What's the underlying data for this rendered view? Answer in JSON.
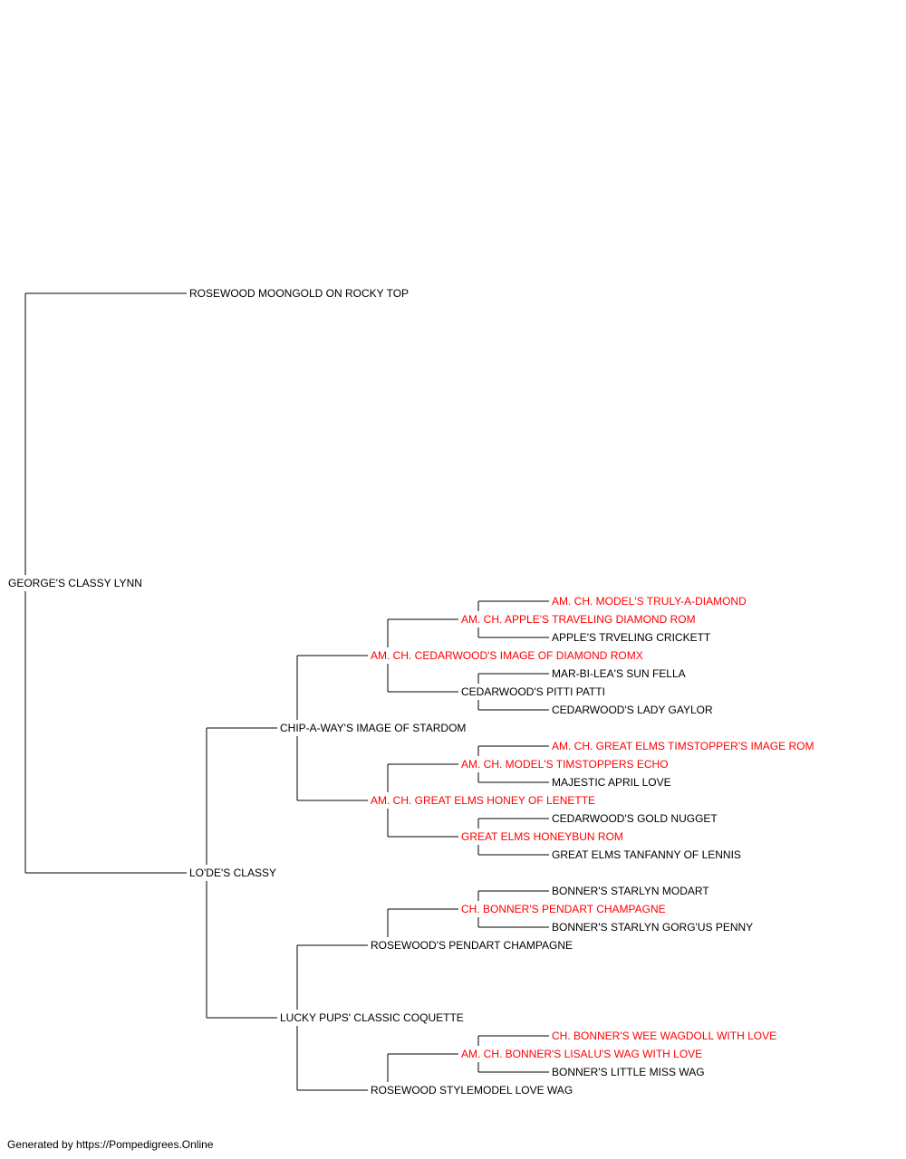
{
  "colors": {
    "champion_text": "#ff0000",
    "regular_text": "#000000",
    "connector_line": "#000000"
  },
  "pedigree": {
    "name": "GEORGE'S CLASSY LYNN",
    "champion": false,
    "sire": {
      "name": "ROSEWOOD MOONGOLD ON ROCKY TOP",
      "champion": false
    },
    "dam": {
      "name": "LO'DE'S CLASSY",
      "champion": false,
      "sire": {
        "name": "CHIP-A-WAY'S IMAGE OF STARDOM",
        "champion": false,
        "sire": {
          "name": "AM. CH. CEDARWOOD'S IMAGE OF DIAMOND ROMX",
          "champion": true,
          "sire": {
            "name": "AM. CH. APPLE'S TRAVELING DIAMOND ROM",
            "champion": true,
            "sire": {
              "name": "AM. CH. MODEL'S TRULY-A-DIAMOND",
              "champion": true
            },
            "dam": {
              "name": "APPLE'S TRVELING CRICKETT",
              "champion": false
            }
          },
          "dam": {
            "name": "CEDARWOOD'S PITTI PATTI",
            "champion": false,
            "sire": {
              "name": "MAR-BI-LEA'S SUN FELLA",
              "champion": false
            },
            "dam": {
              "name": "CEDARWOOD'S LADY GAYLOR",
              "champion": false
            }
          }
        },
        "dam": {
          "name": "AM. CH. GREAT ELMS HONEY OF LENETTE",
          "champion": true,
          "sire": {
            "name": "AM. CH. MODEL'S TIMSTOPPERS ECHO",
            "champion": true,
            "sire": {
              "name": "AM. CH. GREAT ELMS TIMSTOPPER'S IMAGE ROM",
              "champion": true
            },
            "dam": {
              "name": "MAJESTIC APRIL LOVE",
              "champion": false
            }
          },
          "dam": {
            "name": "GREAT ELMS HONEYBUN ROM",
            "champion": true,
            "sire": {
              "name": "CEDARWOOD'S GOLD NUGGET",
              "champion": false
            },
            "dam": {
              "name": "GREAT ELMS TANFANNY OF LENNIS",
              "champion": false
            }
          }
        }
      },
      "dam": {
        "name": "LUCKY PUPS' CLASSIC COQUETTE",
        "champion": false,
        "sire": {
          "name": "ROSEWOOD'S PENDART CHAMPAGNE",
          "champion": false,
          "sire": {
            "name": "CH. BONNER'S PENDART CHAMPAGNE",
            "champion": true,
            "sire": {
              "name": "BONNER'S STARLYN MODART",
              "champion": false
            },
            "dam": {
              "name": "BONNER'S STARLYN GORG'US PENNY",
              "champion": false
            }
          }
        },
        "dam": {
          "name": "ROSEWOOD STYLEMODEL LOVE WAG",
          "champion": false,
          "sire": {
            "name": "AM. CH. BONNER'S LISALU'S WAG WITH LOVE",
            "champion": true,
            "sire": {
              "name": "CH. BONNER'S WEE WAGDOLL WITH LOVE",
              "champion": true
            },
            "dam": {
              "name": "BONNER'S LITTLE MISS WAG",
              "champion": false
            }
          }
        }
      }
    }
  },
  "footer": "Generated by https://Pompedigrees.Online"
}
